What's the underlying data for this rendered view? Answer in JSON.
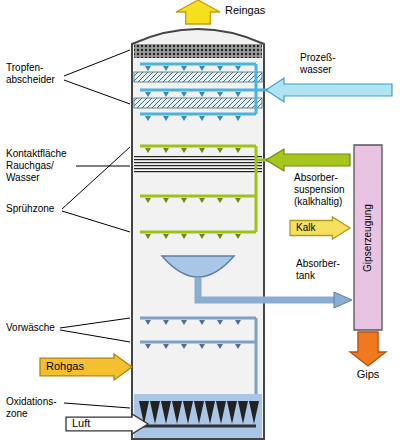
{
  "diagram": {
    "nodes": [
      {
        "text": [
          "Reingas"
        ]
      },
      {
        "text": [
          "Gipserzeugung"
        ]
      },
      {
        "text": [
          "Kalk"
        ]
      },
      {
        "text": [
          "Gips"
        ]
      },
      {
        "text": [
          "Rohgas"
        ]
      },
      {
        "text": [
          "Luft"
        ]
      }
    ],
    "labels": [
      "Prozeß- wasser",
      "Tropfen- abscheider",
      "Kontaktfläche Rauchgas/ Wasser",
      "Absorber- suspension (kalkhaltig)",
      "Sprühzone",
      "Absorber- tank",
      "Vorwäsche",
      "Oxidations- zone"
    ]
  }
}
